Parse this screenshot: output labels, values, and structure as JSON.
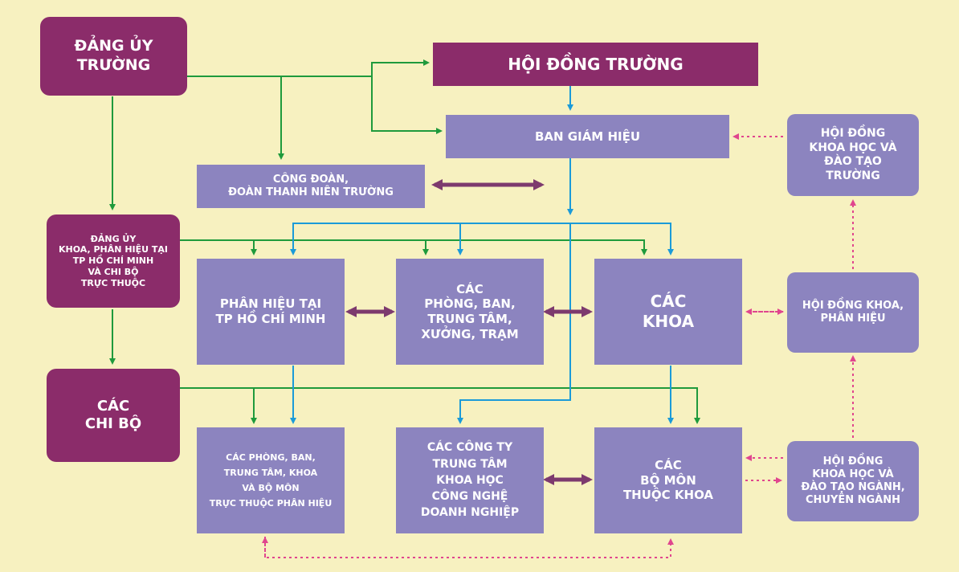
{
  "colors": {
    "background": "#f7f1c0",
    "party_box": "#8b2c6a",
    "admin_box": "#8c84bf",
    "green_arrow": "#1f9a3c",
    "blue_arrow": "#1b9bd8",
    "purple_double_arrow": "#7d3a6e",
    "pink_dotted": "#e0468e"
  },
  "nodes": {
    "dang_uy_truong": "ĐẢNG ỦY\nTRƯỜNG",
    "hoi_dong_truong": "HỘI ĐỒNG TRƯỜNG",
    "ban_giam_hieu": "BAN GIÁM HIỆU",
    "hoi_dong_khoa_hoc_truong": "HỘI ĐỒNG\nKHOA HỌC VÀ\nĐÀO TẠO\nTRƯỜNG",
    "cong_doan": "CÔNG ĐOÀN,\nĐOÀN THANH NIÊN TRƯỜNG",
    "dang_uy_khoa": "ĐẢNG ỦY\nKHOA, PHÂN HIỆU TẠI\nTP HỒ CHÍ MINH\nVÀ CHI BỘ\nTRỰC THUỘC",
    "phan_hieu": "PHÂN HIỆU TẠI\nTP HỒ CHÍ MINH",
    "cac_phong_ban": "CÁC\nPHÒNG, BAN,\nTRUNG TÂM,\nXƯỞNG, TRẠM",
    "cac_khoa": "CÁC\nKHOA",
    "hoi_dong_khoa": "HỘI ĐỒNG KHOA,\nPHÂN HIỆU",
    "cac_chi_bo": "CÁC\nCHI BỘ",
    "phong_ban_phan_hieu": "CÁC PHÒNG, BAN,\nTRUNG TÂM, KHOA\nVÀ BỘ MÔN\nTRỰC THUỘC PHÂN HIỆU",
    "cong_ty": "CÁC CÔNG TY\nTRUNG TÂM\nKHOA HỌC\nCÔNG NGHỆ\nDOANH NGHIỆP",
    "bo_mon": "CÁC\nBỘ MÔN\nTHUỘC KHOA",
    "hoi_dong_nganh": "HỘI ĐỒNG\nKHOA HỌC VÀ\nĐÀO TẠO NGÀNH,\nCHUYÊN NGÀNH"
  }
}
